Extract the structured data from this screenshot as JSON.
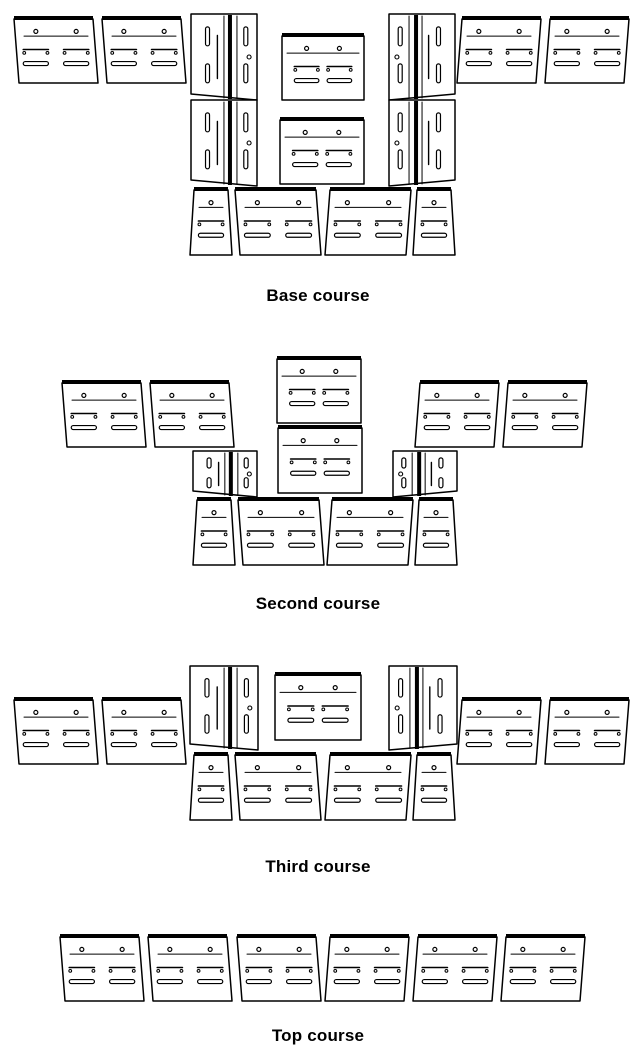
{
  "courses": {
    "base": "Base course",
    "second": "Second course",
    "third": "Third course",
    "top": "Top course"
  },
  "colors": {
    "ink": "#000000",
    "paper": "#ffffff"
  }
}
